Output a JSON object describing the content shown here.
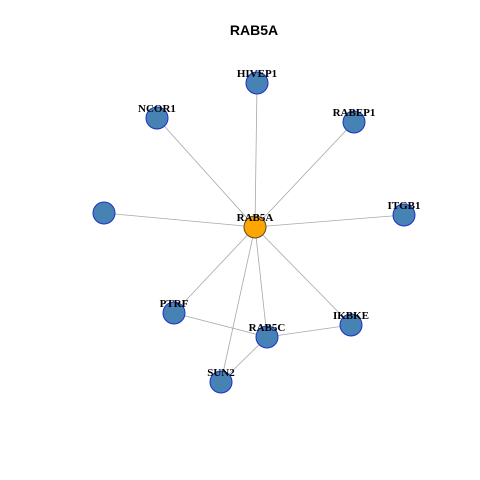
{
  "title": "RAB5A",
  "colors": {
    "center_node_fill": "#FFA500",
    "center_node_stroke": "#5A4A2A",
    "node_fill": "#4682B4",
    "node_stroke": "#1C2FC8",
    "edge": "#A8A8A8",
    "background": "#FFFFFF"
  },
  "nodes": [
    {
      "id": "RAB5A",
      "label": "RAB5A",
      "role": "center"
    },
    {
      "id": "HIVEP1",
      "label": "HIVEP1",
      "role": "neighbor"
    },
    {
      "id": "NCOR1",
      "label": "NCOR1",
      "role": "neighbor"
    },
    {
      "id": "RABEP1",
      "label": "RABEP1",
      "role": "neighbor"
    },
    {
      "id": "UNLABELED",
      "label": "",
      "role": "neighbor"
    },
    {
      "id": "ITGB1",
      "label": "ITGB1",
      "role": "neighbor"
    },
    {
      "id": "PTRF",
      "label": "PTRF",
      "role": "neighbor"
    },
    {
      "id": "IKBKE",
      "label": "IKBKE",
      "role": "neighbor"
    },
    {
      "id": "RAB5C",
      "label": "RAB5C",
      "role": "neighbor"
    },
    {
      "id": "SUN2",
      "label": "SUN2",
      "role": "neighbor"
    }
  ],
  "edges": [
    {
      "source": "RAB5A",
      "target": "HIVEP1"
    },
    {
      "source": "RAB5A",
      "target": "NCOR1"
    },
    {
      "source": "RAB5A",
      "target": "RABEP1"
    },
    {
      "source": "RAB5A",
      "target": "UNLABELED"
    },
    {
      "source": "RAB5A",
      "target": "ITGB1"
    },
    {
      "source": "RAB5A",
      "target": "PTRF"
    },
    {
      "source": "RAB5A",
      "target": "IKBKE"
    },
    {
      "source": "RAB5A",
      "target": "RAB5C"
    },
    {
      "source": "RAB5A",
      "target": "SUN2"
    },
    {
      "source": "PTRF",
      "target": "RAB5C"
    },
    {
      "source": "RAB5C",
      "target": "IKBKE"
    },
    {
      "source": "RAB5C",
      "target": "SUN2"
    }
  ]
}
